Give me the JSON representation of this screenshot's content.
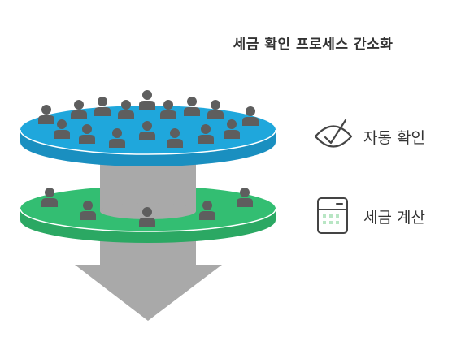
{
  "title": "세금 확인 프로세스 간소화",
  "colors": {
    "top_disc": "#1fa7dc",
    "top_disc_edge": "#1a8fc0",
    "bottom_disc": "#33be72",
    "bottom_disc_edge": "#2ba863",
    "funnel": "#a9a9a9",
    "person": "#5e5e5e",
    "text": "#333333",
    "icon_stroke": "#444444",
    "calc_keys": "#b8e6c4"
  },
  "legend": [
    {
      "label": "자동 확인",
      "icon": "eye-check-icon"
    },
    {
      "label": "세금 계산",
      "icon": "calculator-icon"
    }
  ]
}
